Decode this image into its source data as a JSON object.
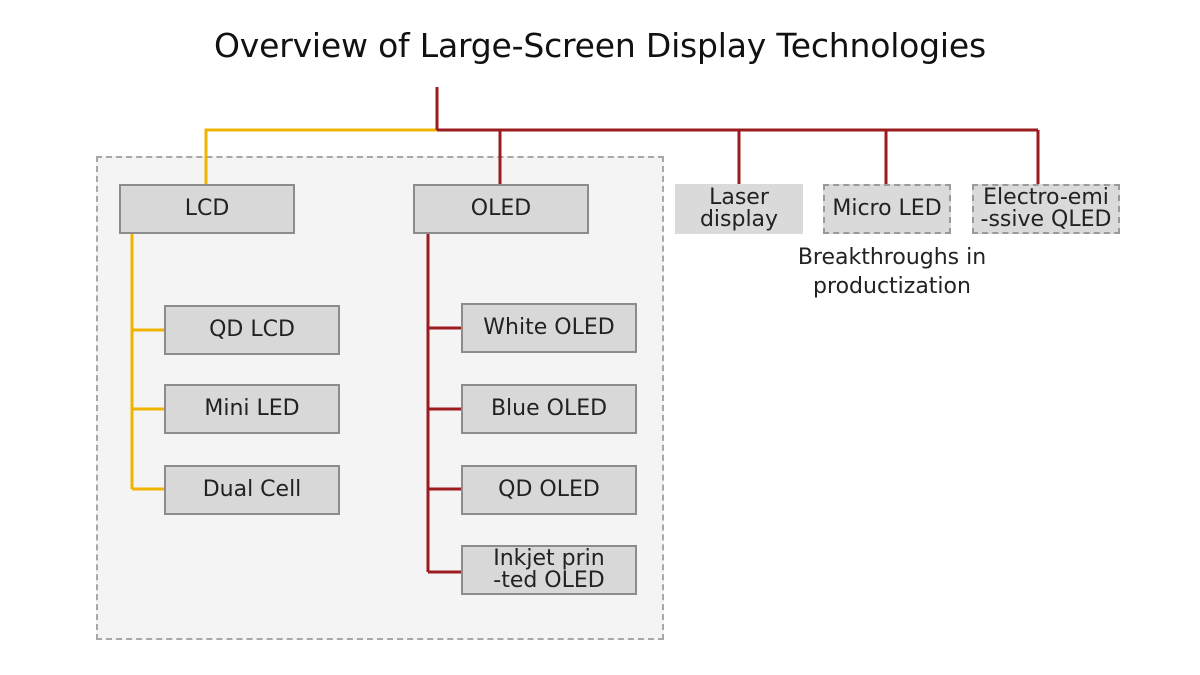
{
  "title": "Overview of Large-Screen Display Technologies",
  "colors": {
    "lcd_branch": "#f0b400",
    "main_branch": "#9b1b1f",
    "panel_border": "#a8a8a8",
    "node_fill": "#d8d8d8"
  },
  "branches": {
    "lcd": {
      "label": "LCD",
      "children": [
        "QD LCD",
        "Mini LED",
        "Dual Cell"
      ]
    },
    "oled": {
      "label": "OLED",
      "children": [
        "White OLED",
        "Blue OLED",
        "QD OLED",
        "Inkjet prin\n-ted OLED"
      ]
    },
    "laser": {
      "label": "Laser\ndisplay"
    },
    "micro_led": {
      "label": "Micro LED"
    },
    "qled": {
      "label": "Electro-emi\n-ssive QLED"
    }
  },
  "note": "Breakthroughs in\nproductization"
}
